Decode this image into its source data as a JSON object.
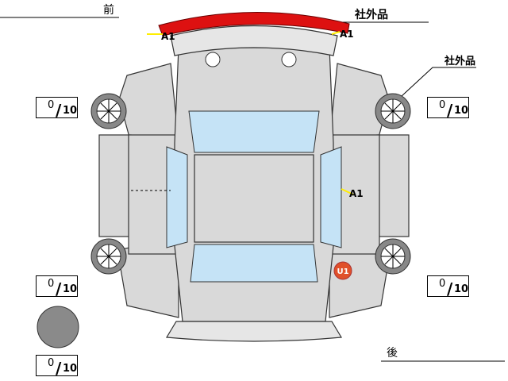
{
  "labels": {
    "front": "前",
    "rear": "後",
    "aftermarket_top": "社外品",
    "aftermarket_side": "社外品"
  },
  "marks": [
    {
      "code": "A1",
      "location": "front-bumper-left"
    },
    {
      "code": "A1",
      "location": "front-bumper-right"
    },
    {
      "code": "A1",
      "location": "right-side-door"
    },
    {
      "code": "U1",
      "location": "right-rear-quarter"
    }
  ],
  "scores": [
    {
      "value": "0",
      "max": "10",
      "position": "front-left-tire"
    },
    {
      "value": "0",
      "max": "10",
      "position": "front-right-tire"
    },
    {
      "value": "0",
      "max": "10",
      "position": "rear-left-tire"
    },
    {
      "value": "0",
      "max": "10",
      "position": "rear-right-tire"
    },
    {
      "value": "0",
      "max": "10",
      "position": "spare-tire"
    }
  ],
  "colors": {
    "body": "#d9d9d9",
    "glass": "#c5e3f6",
    "bumper_highlight": "#dd1111",
    "badge": "#e0502a",
    "marker_line": "#ffee00"
  }
}
